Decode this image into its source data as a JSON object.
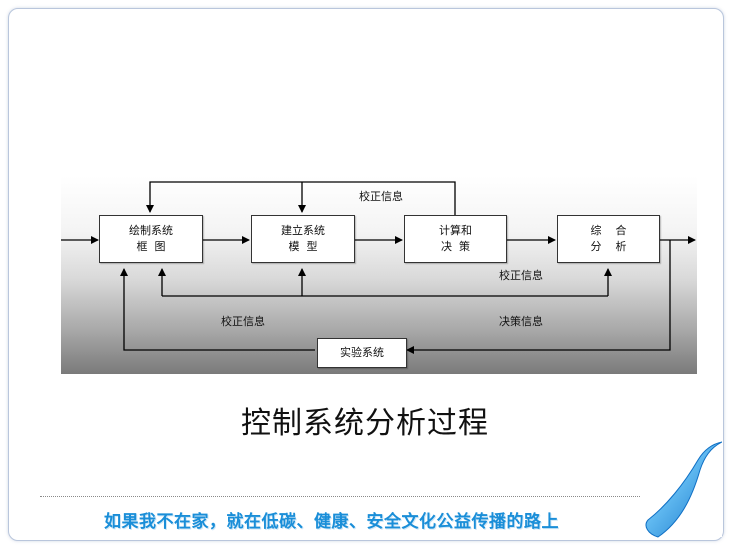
{
  "diagram": {
    "boxes": {
      "draw": {
        "line1": "绘制系统",
        "line2": "框  图"
      },
      "model": {
        "line1": "建立系统",
        "line2": "模  型"
      },
      "compute": {
        "line1": "计算和",
        "line2": "决  策"
      },
      "analysis": {
        "line1": "综    合",
        "line2": "分    析"
      },
      "experiment": {
        "line1": "实验系统"
      }
    },
    "labels": {
      "top_feedback": "校正信息",
      "mid_feedback": "校正信息",
      "bottom_left": "校正信息",
      "bottom_right": "决策信息"
    }
  },
  "caption": "控制系统分析过程",
  "footer": "如果我不在家，就在低碳、健康、安全文化公益传播的路上",
  "colors": {
    "footer_text": "#1a8ed8",
    "frame_border": "#b9c6dc",
    "curl": "#1f8fe0"
  }
}
